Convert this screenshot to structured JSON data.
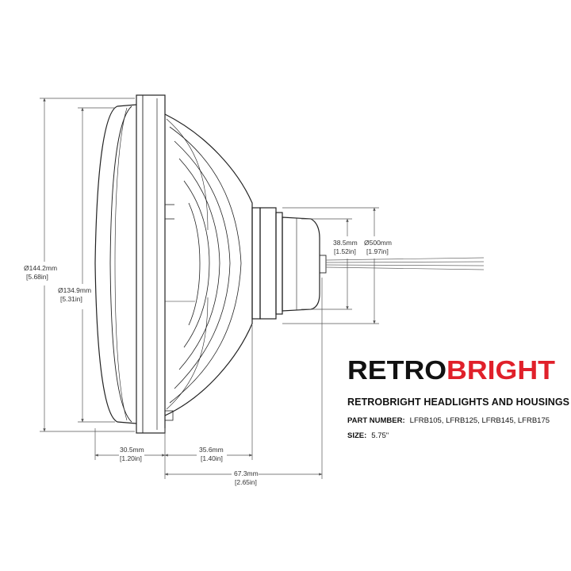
{
  "brand": {
    "logo_part1": "RETRO",
    "logo_part2": "BRIGHT",
    "logo_color_1": "#111111",
    "logo_color_2": "#e0202a"
  },
  "product_heading": "RETROBRIGHT HEADLIGHTS AND HOUSINGS",
  "specs": {
    "part_number_label": "PART NUMBER:",
    "part_number_value": "LFRB105, LFRB125, LFRB145, LFRB175",
    "size_label": "SIZE:",
    "size_value": "5.75\""
  },
  "dimensions": {
    "outer_diameter_mm": "Ø144.2mm",
    "outer_diameter_in": "[5.68in]",
    "lens_diameter_mm": "Ø134.9mm",
    "lens_diameter_in": "[5.31in]",
    "base_height_mm": "38.5mm",
    "base_height_in": "[1.52in]",
    "base_diameter_mm": "Ø500mm",
    "base_diameter_in": "[1.97in]",
    "lens_depth_mm": "30.5mm",
    "lens_depth_in": "[1.20in]",
    "housing_depth_mm": "35.6mm",
    "housing_depth_in": "[1.40in]",
    "total_depth_mm": "67.3mm",
    "total_depth_in": "[2.65in]"
  }
}
